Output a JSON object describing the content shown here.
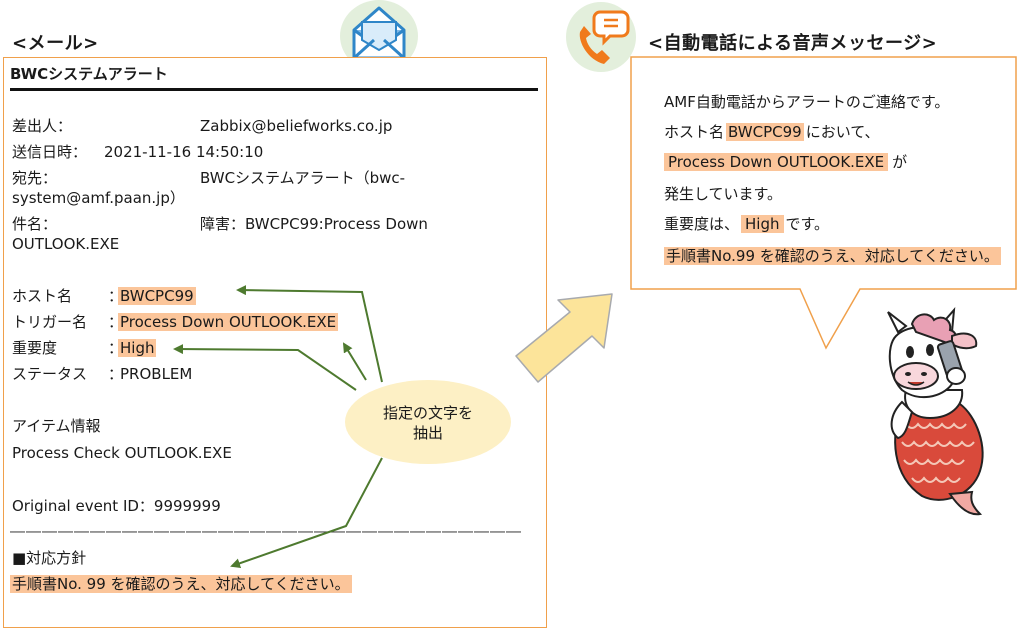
{
  "mail_section": {
    "title": "<メール>",
    "subject_title": "BWCシステムアラート",
    "fields": [
      {
        "label": "差出人：",
        "value": "Zabbix@beliefworks.co.jp"
      },
      {
        "label": "送信日時：",
        "value": "2021-11-16 14:50:10"
      },
      {
        "label": "宛先：",
        "value": "BWCシステムアラート（bwc-",
        "value2": "system@amf.paan.jp）"
      },
      {
        "label": "件名：",
        "value": "障害：BWCPC99:Process Down",
        "value2": "OUTLOOK.EXE"
      }
    ],
    "details": [
      {
        "label": "ホスト名",
        "value": "BWCPC99",
        "highlight": true
      },
      {
        "label": "トリガー名",
        "value": "Process Down OUTLOOK.EXE",
        "highlight": true
      },
      {
        "label": "重要度",
        "value": "High",
        "highlight": true
      },
      {
        "label": "ステータス",
        "value": "PROBLEM",
        "highlight": false
      }
    ],
    "separator": "：",
    "item_heading": "アイテム情報",
    "item_value": "Process Check OUTLOOK.EXE",
    "event_id": "Original event ID：9999999",
    "dashes": "――――――――――――――――――――――――――――――――",
    "policy_heading": "■対応方針",
    "policy_text": "手順書No. 99 を確認のうえ、対応してください。"
  },
  "extract_bubble": {
    "line1": "指定の文字を",
    "line2": "抽出"
  },
  "voice_section": {
    "title": "<自動電話による音声メッセージ>",
    "lines": {
      "l1": "AMF自動電話からアラートのご連絡です。",
      "l2_pre": "ホスト名",
      "l2_hl": "BWCPC99",
      "l2_post": "において、",
      "l3_hl": "Process Down OUTLOOK.EXE",
      "l3_post": "が",
      "l4": "発生しています。",
      "l5_pre": "重要度は、",
      "l5_hl": "High",
      "l5_post": "です。",
      "l6_hl": "手順書No.99 を確認のうえ、対応してください。"
    }
  },
  "icons": {
    "mail": "mail-envelope-icon",
    "phone": "phone-speech-icon",
    "mascot": "cow-mascot-on-phone",
    "arrow": "big-right-arrow"
  },
  "colors": {
    "accent_orange": "#f0a04b",
    "highlight": "#fbc59a",
    "arrow_green": "#4e7a2f",
    "bubble_yellow": "#fdf0c5",
    "icon_bg": "#e3efdc",
    "mail_blue": "#2f86c8",
    "phone_orange": "#f07a1c"
  }
}
